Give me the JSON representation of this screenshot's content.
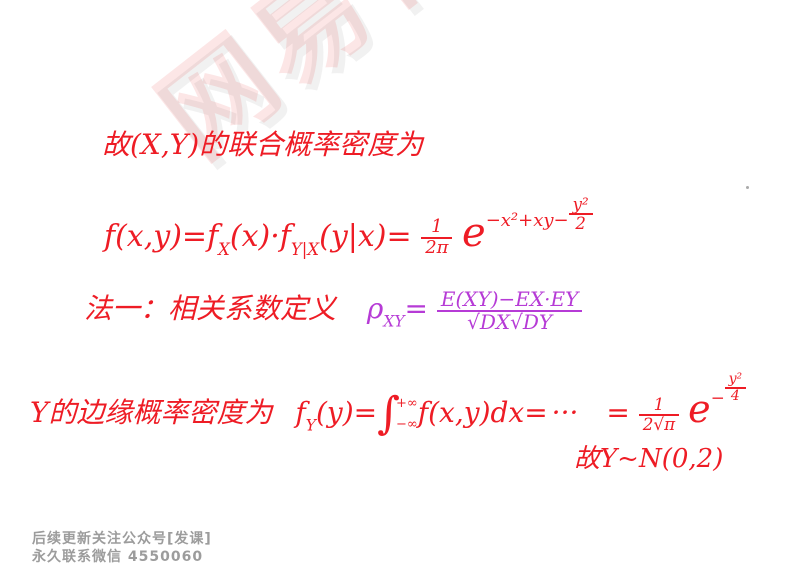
{
  "watermark": "网易有道考研",
  "line1": "故(X,Y)的联合概率密度为",
  "line2": {
    "lhs": "f(x,y)=",
    "fx": "f",
    "fx_sub": "X",
    "fx_arg": "(x)·",
    "fyx": "f",
    "fyx_sub": "Y|X",
    "fyx_arg": "(y|x)=",
    "coef_num": "1",
    "coef_den": "2π",
    "base": "e",
    "exponent": "−x²+xy−",
    "exp_num": "y²",
    "exp_den": "2"
  },
  "line3": {
    "label": "法一：相关系数定义",
    "rho": "ρ",
    "sub": "XY",
    "eq": "=",
    "num": "E(XY)−EX·EY",
    "den": "√DX√DY"
  },
  "line4": {
    "label": "Y的边缘概率密度为",
    "fy": "f",
    "fy_sub": "Y",
    "fy_arg": "(y)=",
    "int_upper": "+∞",
    "int_lower": "−∞",
    "integrand": "f(x,y)dx=",
    "dots": "···",
    "eq2": "=",
    "coef_num": "1",
    "coef_den": "2√π",
    "base": "e",
    "exp_minus": "−",
    "exp_num": "y²",
    "exp_den": "4"
  },
  "line5": "故Y~N(0,2)",
  "footer": {
    "line1": "后续更新关注公众号[发课]",
    "line2": "永久联系微信 4550060"
  },
  "colors": {
    "ink": "#ee1c25",
    "purple": "#b63bd6",
    "watermark": "#e63c3c",
    "footer": "#9c9c9c"
  }
}
